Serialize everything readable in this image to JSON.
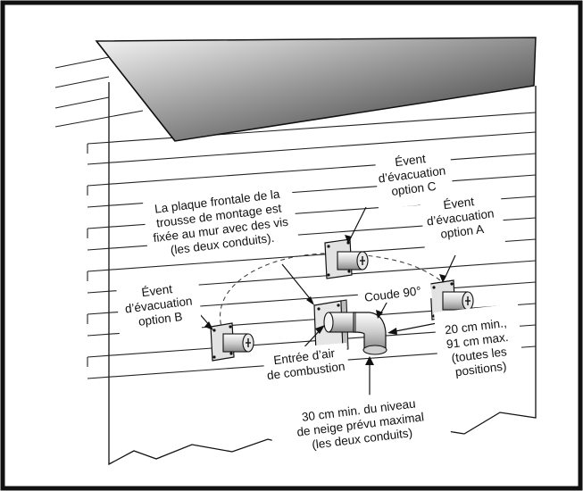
{
  "labels": {
    "faceplate": [
      "La plaque frontale de la",
      "trousse de montage est",
      "fixée au mur avec des vis",
      "(les deux conduits)."
    ],
    "vent_c": [
      "Évent",
      "d’évacuation",
      "option C"
    ],
    "vent_a": [
      "Évent",
      "d’évacuation",
      "option A"
    ],
    "vent_b": [
      "Évent",
      "d’évacuation",
      "option B"
    ],
    "elbow": "Coude 90°",
    "distance": [
      "20 cm min.,",
      "91 cm max.",
      "(toutes les",
      "positions)"
    ],
    "intake": [
      "Entrée d’air",
      "de combustion"
    ],
    "snow": [
      "30 cm min. du niveau",
      "de neige prévu maximal",
      "(les deux conduits)"
    ]
  },
  "colors": {
    "line": "#111111",
    "roof_dark": "#3a3a3a",
    "roof_light": "#f2f2f2",
    "pipe": "#d8d8d8",
    "plate": "#e6e6e6"
  }
}
